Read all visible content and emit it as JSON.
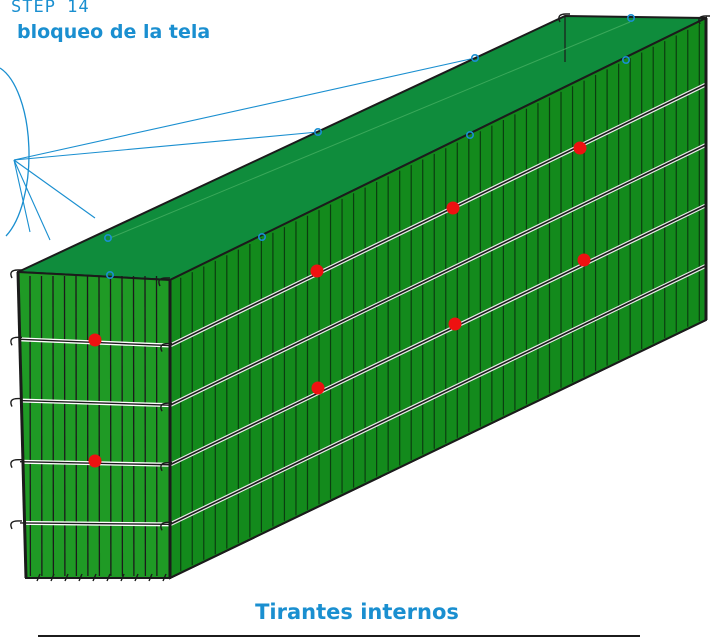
{
  "header": {
    "step": "STEP 14",
    "title": "bloqueo de la tela"
  },
  "caption": "Tirantes internos",
  "colors": {
    "fabric_front": "#1f9a25",
    "fabric_side": "#138a1c",
    "fabric_top": "#0f8c3c",
    "wire": "#1b1b1b",
    "tie_points": "#ee1111",
    "lock_points": "#1a8fd0",
    "text_accent": "#1a8fd0"
  },
  "diagram": {
    "object": "gabion-box",
    "horizontal_wire_rows": 4,
    "internal_tie_points": 8,
    "fabric_lock_points": 8
  }
}
